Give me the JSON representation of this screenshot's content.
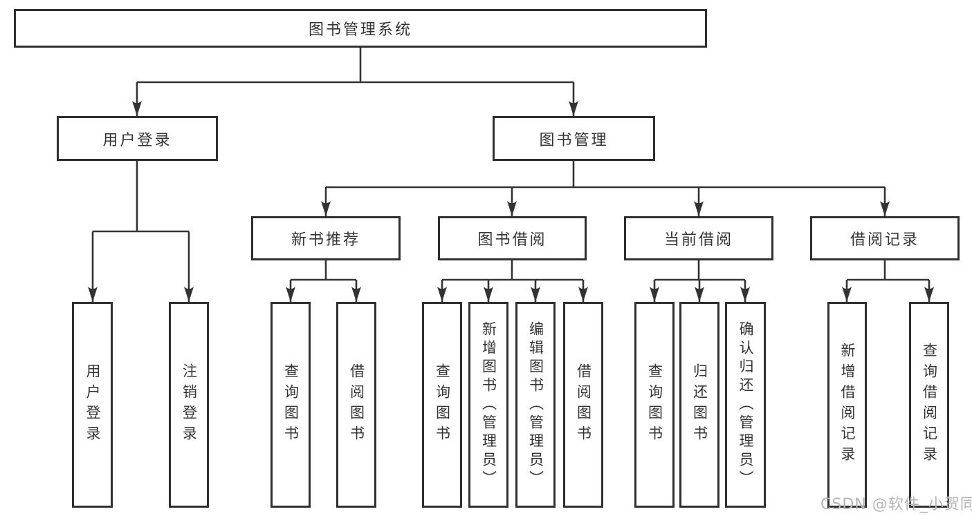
{
  "diagram_title": "图书管理系统",
  "level2": {
    "user_login": "用户登录",
    "book_management": "图书管理"
  },
  "level3": {
    "new_book_recommend": "新书推荐",
    "book_borrow": "图书借阅",
    "current_borrow": "当前借阅",
    "borrow_record": "借阅记录"
  },
  "leaves": {
    "user_login": "用户登录",
    "logout": "注销登录",
    "recommend_query_book": "查询图书",
    "recommend_borrow_book": "借阅图书",
    "borrow_query_book": "查询图书",
    "borrow_add_book": "新增图书（管理员）",
    "borrow_edit_book": "编辑图书（管理员）",
    "borrow_borrow_book": "借阅图书",
    "current_query_book": "查询图书",
    "current_return_book": "归还图书",
    "current_confirm_return": "确认归还（管理员）",
    "record_add_record": "新增借阅记录",
    "record_query_record": "查询借阅记录"
  },
  "watermark": "CSDN @软件_小贺同学",
  "colors": {
    "line": "#333333",
    "box_border": "#2f2f2f",
    "text": "#333333",
    "watermark": "#b5b5b5",
    "background": "#ffffff"
  }
}
